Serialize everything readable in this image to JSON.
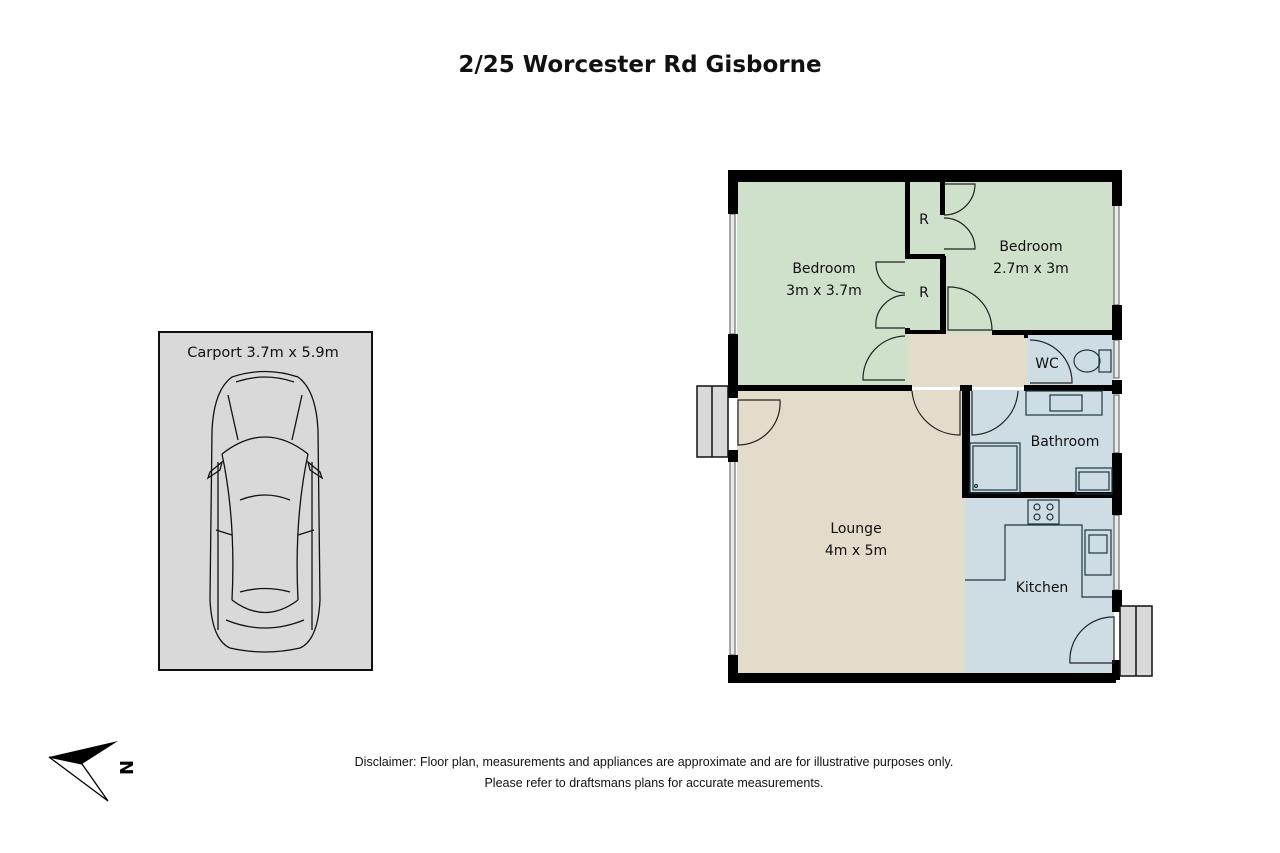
{
  "title": "2/25 Worcester Rd Gisborne",
  "colors": {
    "bedroom": "#cfe0cb",
    "living": "#e3dccb",
    "wet": "#cddde3",
    "carport": "#d9d9d9",
    "wall": "#000000"
  },
  "rooms": {
    "bedroom1": {
      "name": "Bedroom",
      "size": "3m x 3.7m"
    },
    "bedroom2": {
      "name": "Bedroom",
      "size": "2.7m x 3m"
    },
    "robe1": {
      "name": "R"
    },
    "robe2": {
      "name": "R"
    },
    "wc": {
      "name": "WC"
    },
    "bathroom": {
      "name": "Bathroom"
    },
    "lounge": {
      "name": "Lounge",
      "size": "4m x 5m"
    },
    "kitchen": {
      "name": "Kitchen"
    },
    "carport": {
      "name": "Carport 3.7m x 5.9m"
    }
  },
  "compass": {
    "label": "N"
  },
  "disclaimer": {
    "line1": "Disclaimer: Floor plan, measurements and appliances are approximate and are for illustrative purposes only.",
    "line2": "Please refer to draftsmans plans for accurate measurements."
  }
}
